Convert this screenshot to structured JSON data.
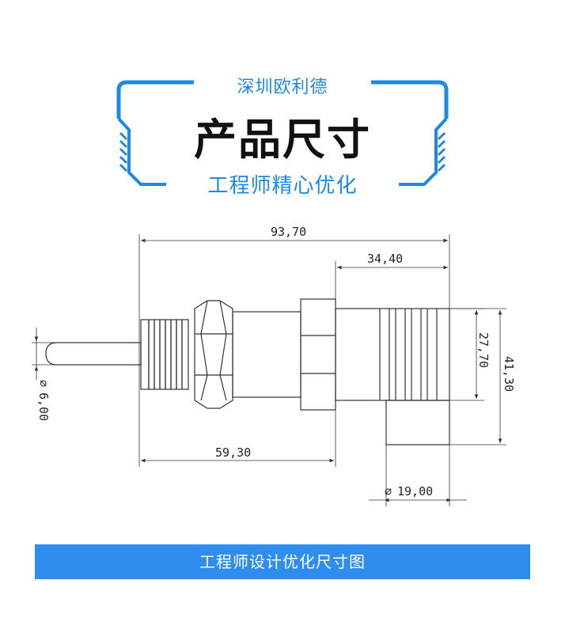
{
  "header": {
    "company": "深圳欧利德",
    "title": "产品尺寸",
    "subtitle": "工程师精心优化",
    "accent_color": "#1e88e5"
  },
  "drawing": {
    "dimensions": {
      "overall_length": "93,70",
      "cap_length": "34,40",
      "body_length": "59,30",
      "cap_height": "27,70",
      "total_height": "41,30",
      "probe_diameter": "6,00",
      "connector_diameter": "19,00"
    },
    "diameter_symbol": "∅"
  },
  "footer": {
    "banner_text": "工程师设计优化尺寸图",
    "banner_color": "#2f8df0"
  }
}
